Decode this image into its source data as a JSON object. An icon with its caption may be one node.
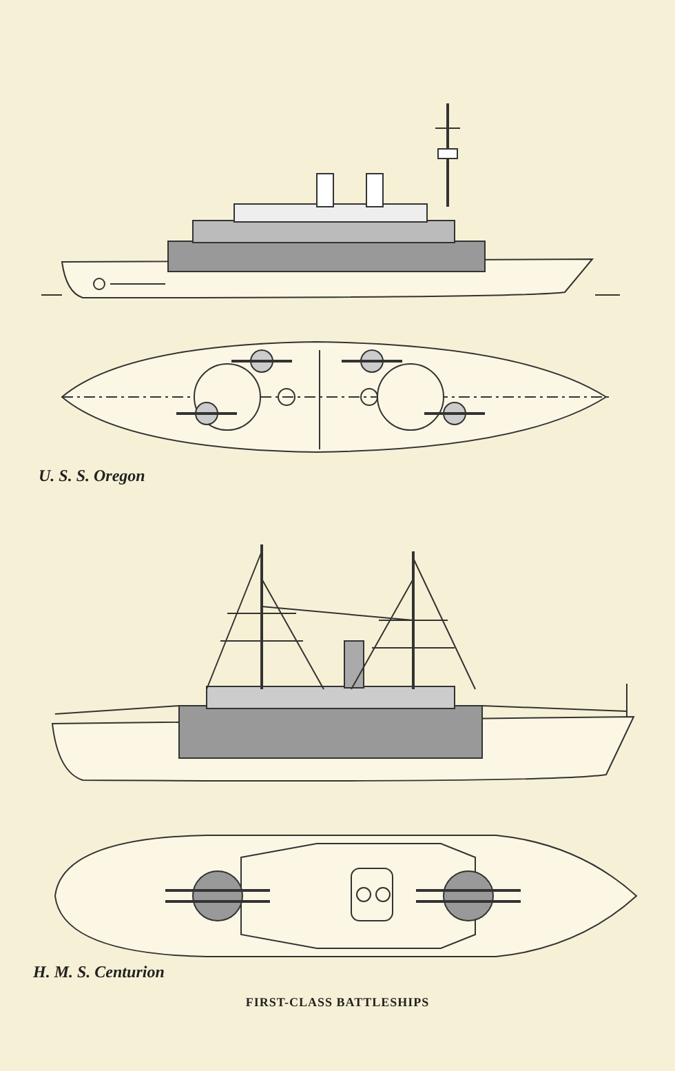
{
  "diagram": {
    "caption": "FIRST-CLASS BATTLESHIPS",
    "labels": [
      "U. S. S. Oregon",
      "H. M. S. Centurion"
    ]
  }
}
